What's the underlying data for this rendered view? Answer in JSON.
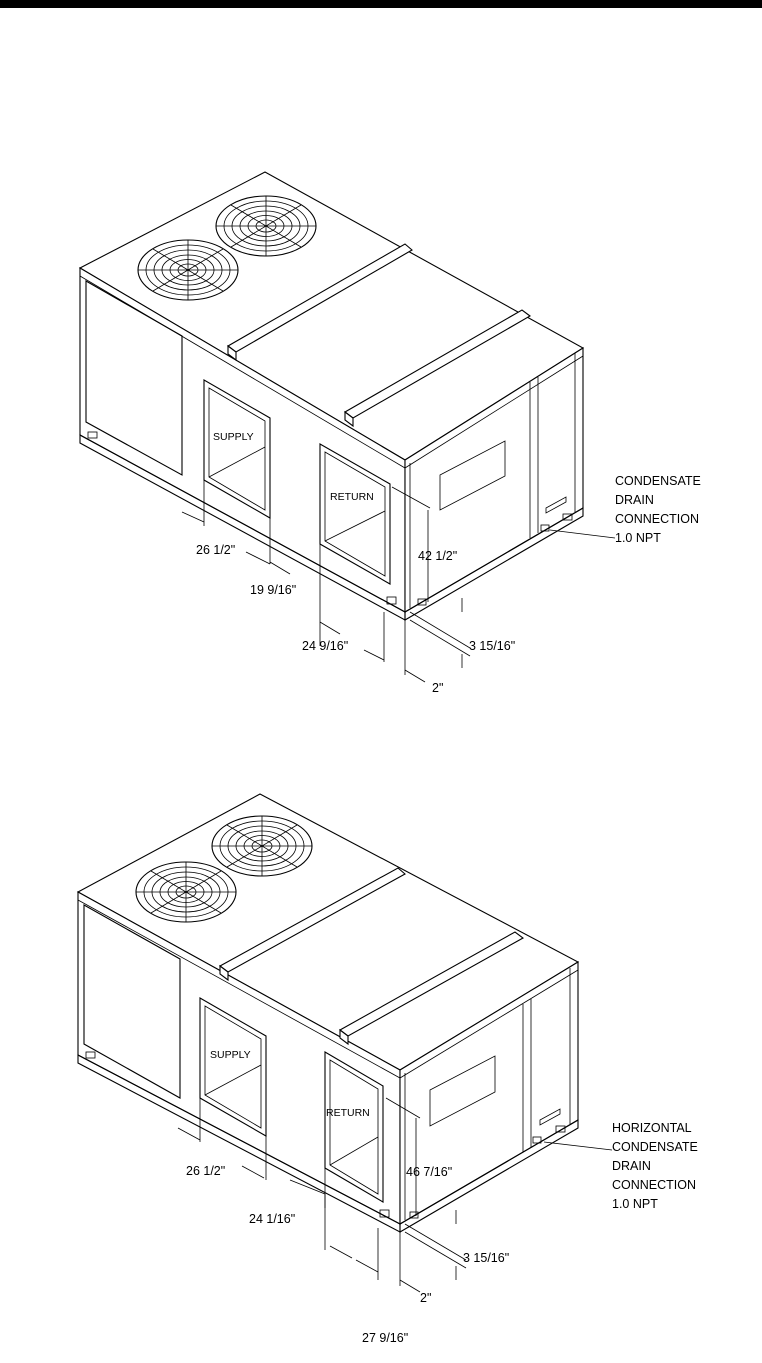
{
  "figures": [
    {
      "supply_label": "SUPPLY",
      "return_label": "RETURN",
      "dims": {
        "supply_width": "26 1/2\"",
        "supply_offset": "19 9/16\"",
        "return_width": "24 9/16\"",
        "return_height": "42 1/2\"",
        "base_height": "3 15/16\"",
        "end_offset": "2\""
      },
      "drain_note": [
        "CONDENSATE",
        "DRAIN",
        "CONNECTION",
        "1.0 NPT"
      ]
    },
    {
      "supply_label": "SUPPLY",
      "return_label": "RETURN",
      "dims": {
        "supply_width": "26 1/2\"",
        "supply_offset": "24 1/16\"",
        "return_height": "46 7/16\"",
        "base_height": "3 15/16\"",
        "end_offset": "2\"",
        "return_width": "27 9/16\""
      },
      "drain_note": [
        "HORIZONTAL",
        "CONDENSATE",
        "DRAIN",
        "CONNECTION",
        "1.0 NPT"
      ]
    }
  ]
}
